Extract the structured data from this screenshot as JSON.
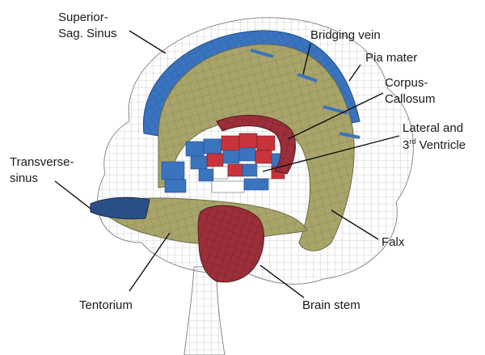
{
  "colors": {
    "falx": "#a9a56a",
    "falx_dark": "#7f7c4d",
    "sinus": "#3a74bf",
    "sinus_dark": "#1f4d8c",
    "ventricle_red": "#c8333b",
    "ventricle_white": "#ffffff",
    "brainstem": "#9c2f3a",
    "brainstem_dark": "#6e1f29",
    "mesh": "#9a9a9a",
    "text": "#1a1a1a"
  },
  "labels": {
    "superior_sag_sinus_line1": "Superior-",
    "superior_sag_sinus_line2": "Sag. Sinus",
    "bridging_vein": "Bridging vein",
    "pia_mater": "Pia mater",
    "corpus_callosum_line1": "Corpus-",
    "corpus_callosum_line2": "Callosum",
    "lateral_ventricle_line1": "Lateral and",
    "lateral_ventricle_line2_num": "3",
    "lateral_ventricle_line2_sup": "rd",
    "lateral_ventricle_line2_rest": " Ventricle",
    "transverse_sinus_line1": "Transverse-",
    "transverse_sinus_line2": "sinus",
    "falx": "Falx",
    "tentorium": "Tentorium",
    "brain_stem": "Brain stem"
  }
}
